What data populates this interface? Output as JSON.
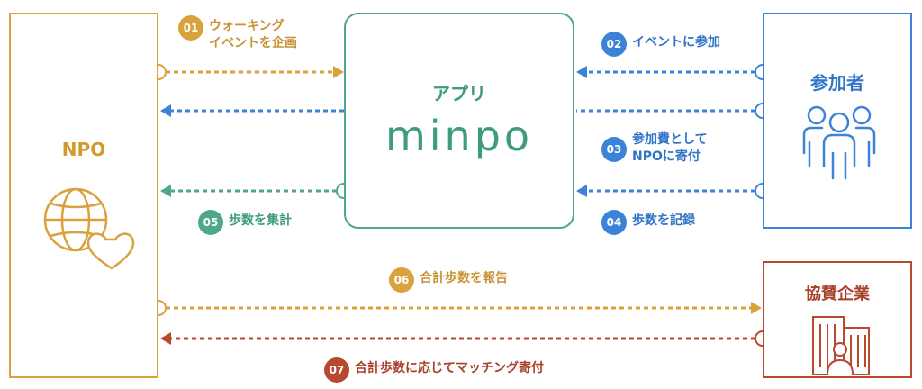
{
  "boxes": {
    "npo": "NPO",
    "app_label": "アプリ",
    "app_logo": "minpo",
    "participants": "参加者",
    "sponsors": "協賛企業"
  },
  "steps": [
    {
      "num": "01",
      "text": "ウォーキング\nイベントを企画"
    },
    {
      "num": "02",
      "text": "イベントに参加"
    },
    {
      "num": "03",
      "text": "参加費として\nNPOに寄付"
    },
    {
      "num": "04",
      "text": "歩数を記録"
    },
    {
      "num": "05",
      "text": "歩数を集計"
    },
    {
      "num": "06",
      "text": "合計歩数を報告"
    },
    {
      "num": "07",
      "text": "合計歩数に応じてマッチング寄付"
    }
  ],
  "colors": {
    "npo": "#D9A23D",
    "app": "#4FA88A",
    "participants": "#3C83D8",
    "sponsors": "#B8492F"
  },
  "icons": [
    "globe-heart-icon",
    "people-icon",
    "building-icon"
  ]
}
